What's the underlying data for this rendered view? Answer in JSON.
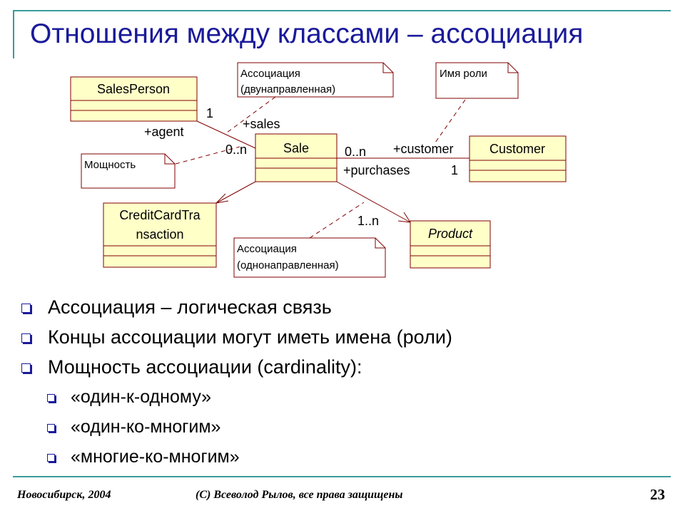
{
  "slide": {
    "title": "Отношения между классами – ассоциация",
    "footer_left": "Новосибирск, 2004",
    "footer_center": "(С) Всеволод Рылов, все права защищены",
    "page_number": "23"
  },
  "diagram": {
    "classes": {
      "salesperson": "SalesPerson",
      "sale": "Sale",
      "customer": "Customer",
      "creditcard_line1": "CreditCardTra",
      "creditcard_line2": "nsaction",
      "product": "Product"
    },
    "notes": {
      "assoc_bi_line1": "Ассоциация",
      "assoc_bi_line2": "(двунаправленная)",
      "role_name": "Имя роли",
      "cardinality": "Мощность",
      "assoc_uni_line1": "Ассоциация",
      "assoc_uni_line2": "(однонаправленная)"
    },
    "labels": {
      "one_salesperson": "1",
      "agent": "+agent",
      "sales": "+sales",
      "zero_n_sale_left": "0..n",
      "zero_n_sale_right": "0..n",
      "customer_role": "+customer",
      "purchases": "+purchases",
      "one_customer": "1",
      "one_n_product": "1..n"
    }
  },
  "bullets": [
    "Ассоциация – логическая связь",
    "Концы ассоциации могут иметь имена (роли)",
    "Мощность ассоциации (cardinality):"
  ],
  "sub_bullets": [
    "«один-к-одному»",
    "«один-ко-многим»",
    "«многие-ко-многим»"
  ],
  "colors": {
    "class_fill": "#ffffc8",
    "border": "#800000",
    "title": "#1a1a9a",
    "rule": "#3a9b9b"
  }
}
